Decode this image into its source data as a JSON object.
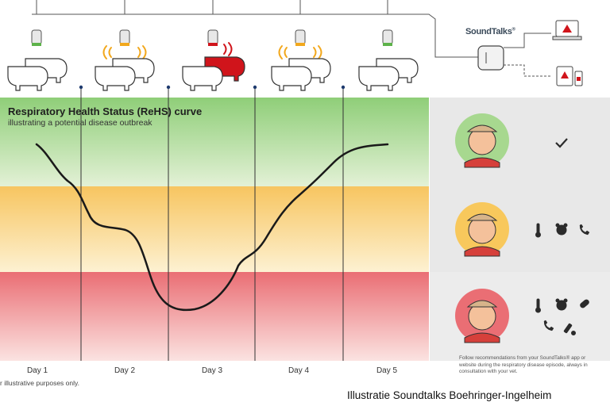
{
  "title": "Respiratory Health Status (ReHS) curve",
  "subtitle": "illustrating a potential disease outbreak",
  "brand": "SoundTalks",
  "days": [
    "Day 1",
    "Day 2",
    "Day 3",
    "Day 4",
    "Day 5"
  ],
  "footnote": "r illustrative purposes only.",
  "advice_text": "Follow recommendations from your SoundTalks® app or website during the respiratory disease episode, always in consultation with your vet.",
  "caption": "Illustratie Soundtalks Boehringer-Ingelheim",
  "status_levels": [
    "green",
    "yellow",
    "red"
  ],
  "curve": {
    "x": [
      0,
      0.5,
      1,
      1.5,
      2,
      2.5,
      3,
      3.5,
      4,
      4.5,
      5
    ],
    "health": [
      0.95,
      0.8,
      0.42,
      0.22,
      0.05,
      0.06,
      0.23,
      0.52,
      0.72,
      0.9,
      0.95
    ]
  },
  "colors": {
    "green_zone": "#8fce78",
    "yellow_zone": "#f7c560",
    "red_zone": "#ea6e74",
    "sick_pig": "#d0141b",
    "healthy_pig": "#ffffff",
    "signal": "#f2a81d",
    "curve": "#1a1a1a"
  },
  "icons": {
    "ok_panel": [
      "check-icon"
    ],
    "warn_panel": [
      "thermometer-icon",
      "pig-icon",
      "phone-icon"
    ],
    "alert_panel": [
      "thermometer-icon",
      "pig-icon",
      "pill-icon",
      "phone-icon",
      "syringe-icon"
    ]
  }
}
